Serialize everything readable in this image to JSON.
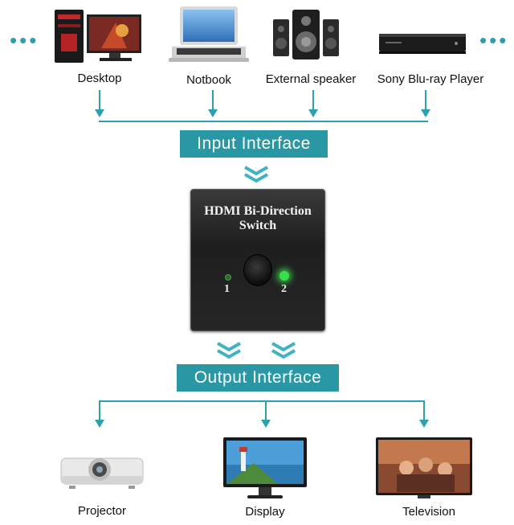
{
  "inputs": {
    "desktop": "Desktop",
    "notebook": "Notbook",
    "speaker": "External speaker",
    "bluray": "Sony Blu-ray Player"
  },
  "input_banner": "Input Interface",
  "switch": {
    "title_line1": "HDMI Bi-Direction",
    "title_line2": "Switch",
    "port1": "1",
    "port2": "2"
  },
  "output_banner": "Output Interface",
  "outputs": {
    "projector": "Projector",
    "display": "Display",
    "television": "Television"
  },
  "colors": {
    "accent": "#2aa1ad",
    "banner": "#2a97a5",
    "led_green": "#37e04a"
  }
}
